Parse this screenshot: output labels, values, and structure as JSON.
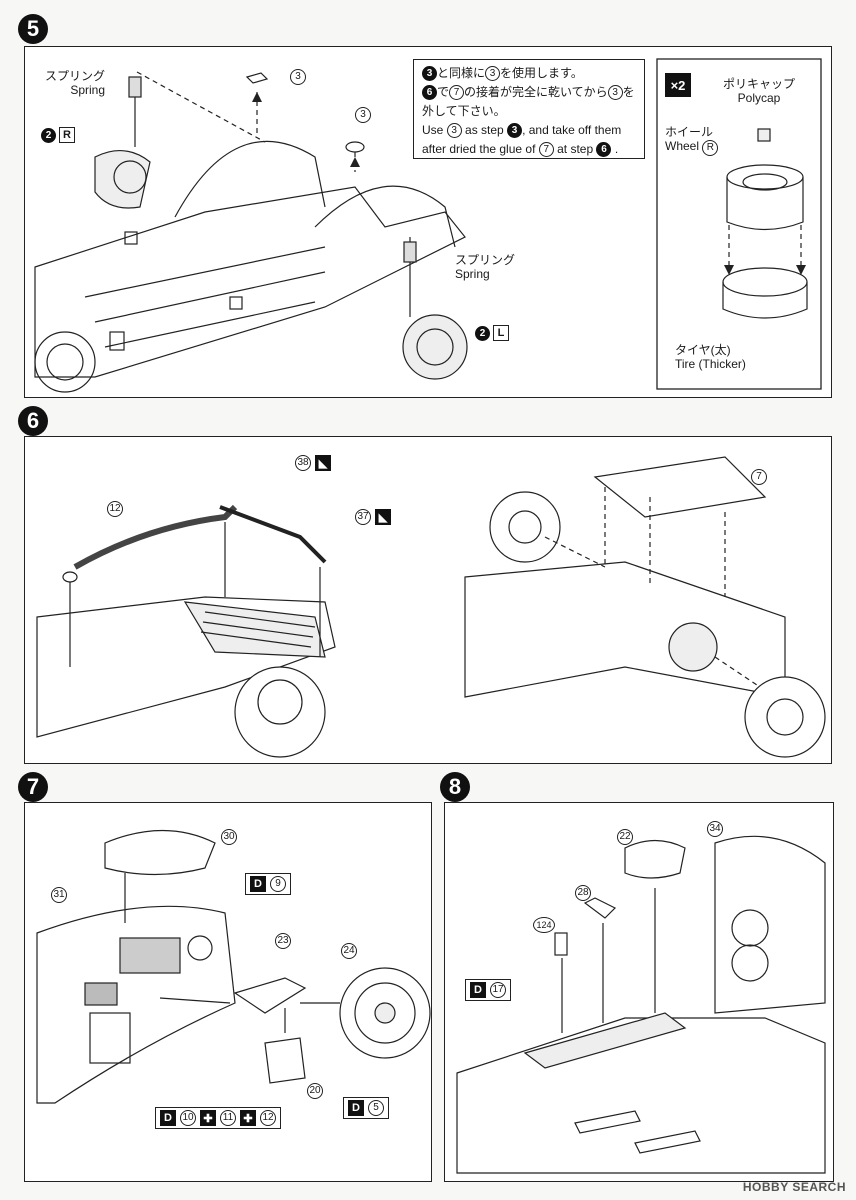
{
  "steps": {
    "s5": {
      "number": "5",
      "spring_left": {
        "jp": "スプリング",
        "en": "Spring"
      },
      "spring_right": {
        "jp": "スプリング",
        "en": "Spring"
      },
      "part_3": "3",
      "side_r": {
        "num": "2",
        "letter": "R"
      },
      "side_l": {
        "num": "2",
        "letter": "L"
      },
      "note": {
        "line1_a": "と同様に",
        "line1_b": "を使用します。",
        "line2_a": "で",
        "line2_b": "の接着が完全に乾いてから",
        "line2_c": "を",
        "line3": "外して下さい。",
        "line4_a": "Use",
        "line4_b": "as step",
        "line4_c": ", and take off them",
        "line5_a": "after dried the glue of",
        "line5_b": "at step",
        "n3": "3",
        "n6": "6",
        "n7": "7"
      },
      "box": {
        "multiplier": "×2",
        "polycap": {
          "jp": "ポリキャップ",
          "en": "Polycap"
        },
        "wheel": {
          "jp": "ホイール",
          "en": "Wheel"
        },
        "wheel_tag": "R",
        "tire": {
          "jp": "タイヤ(太)",
          "en": "Tire (Thicker)"
        }
      }
    },
    "s6": {
      "number": "6",
      "p12": "12",
      "p38": "38",
      "p37": "37",
      "p7": "7"
    },
    "s7": {
      "number": "7",
      "p30": "30",
      "p31": "31",
      "p23": "23",
      "p24": "24",
      "p20": "20",
      "d9": {
        "letter": "D",
        "num": "9"
      },
      "d5": {
        "letter": "D",
        "num": "5"
      },
      "d_multi": {
        "letter": "D",
        "a": "10",
        "b": "11",
        "c": "12"
      }
    },
    "s8": {
      "number": "8",
      "p22": "22",
      "p34": "34",
      "p28": "28",
      "p124": "124",
      "d17": {
        "letter": "D",
        "num": "17"
      }
    }
  },
  "watermark": "HOBBY SEARCH"
}
